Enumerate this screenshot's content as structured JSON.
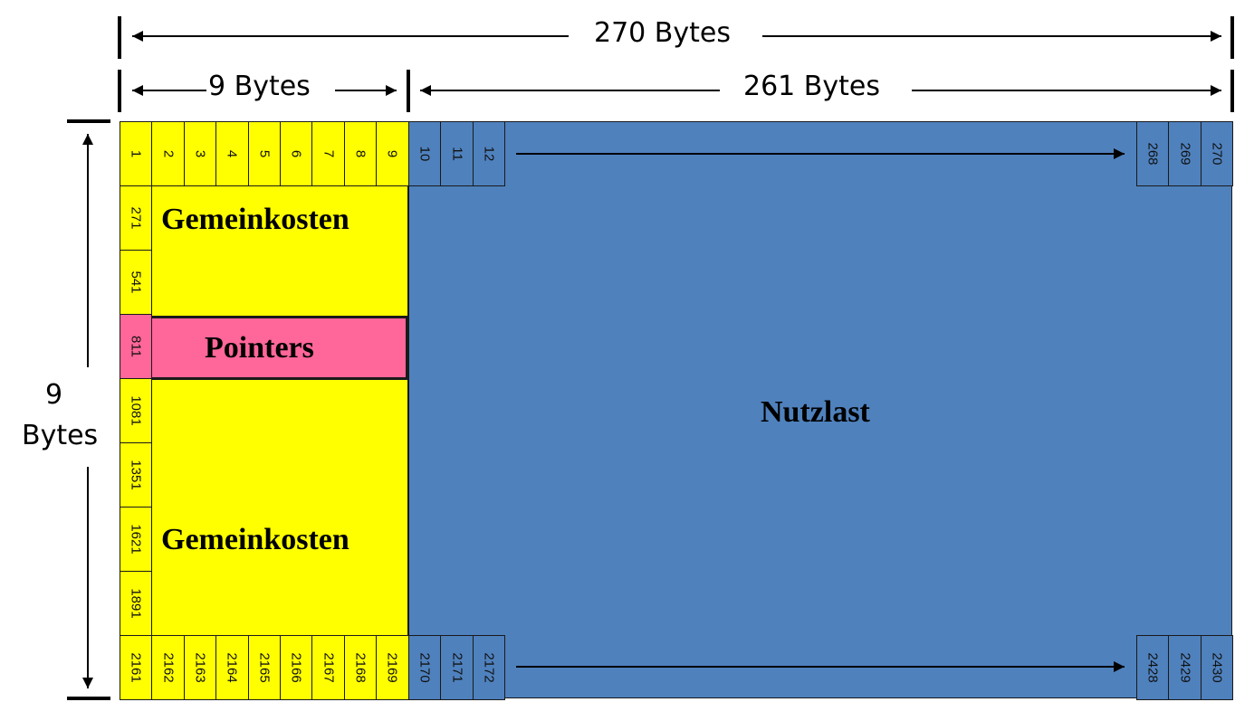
{
  "dimensions": {
    "total_width": "270 Bytes",
    "overhead_width": "9 Bytes",
    "payload_width": "261 Bytes",
    "height_line1": "9",
    "height_line2": "Bytes"
  },
  "regions": {
    "overhead_top": "Gemeinkosten",
    "pointers": "Pointers",
    "overhead_bottom": "Gemeinkosten",
    "payload": "Nutzlast"
  },
  "colors": {
    "overhead": "#ffff00",
    "pointers": "#ff6699",
    "payload": "#4f81bd"
  },
  "first_row": {
    "overhead": [
      "1",
      "2",
      "3",
      "4",
      "5",
      "6",
      "7",
      "8",
      "9"
    ],
    "payload_start": [
      "10",
      "11",
      "12"
    ],
    "payload_end": [
      "268",
      "269",
      "270"
    ]
  },
  "last_row": {
    "overhead": [
      "2161",
      "2162",
      "2163",
      "2164",
      "2165",
      "2166",
      "2167",
      "2168",
      "2169"
    ],
    "payload_start": [
      "2170",
      "2171",
      "2172"
    ],
    "payload_end": [
      "2428",
      "2429",
      "2430"
    ]
  },
  "row_starts": [
    "271",
    "541",
    "811",
    "1081",
    "1351",
    "1621",
    "1891"
  ]
}
